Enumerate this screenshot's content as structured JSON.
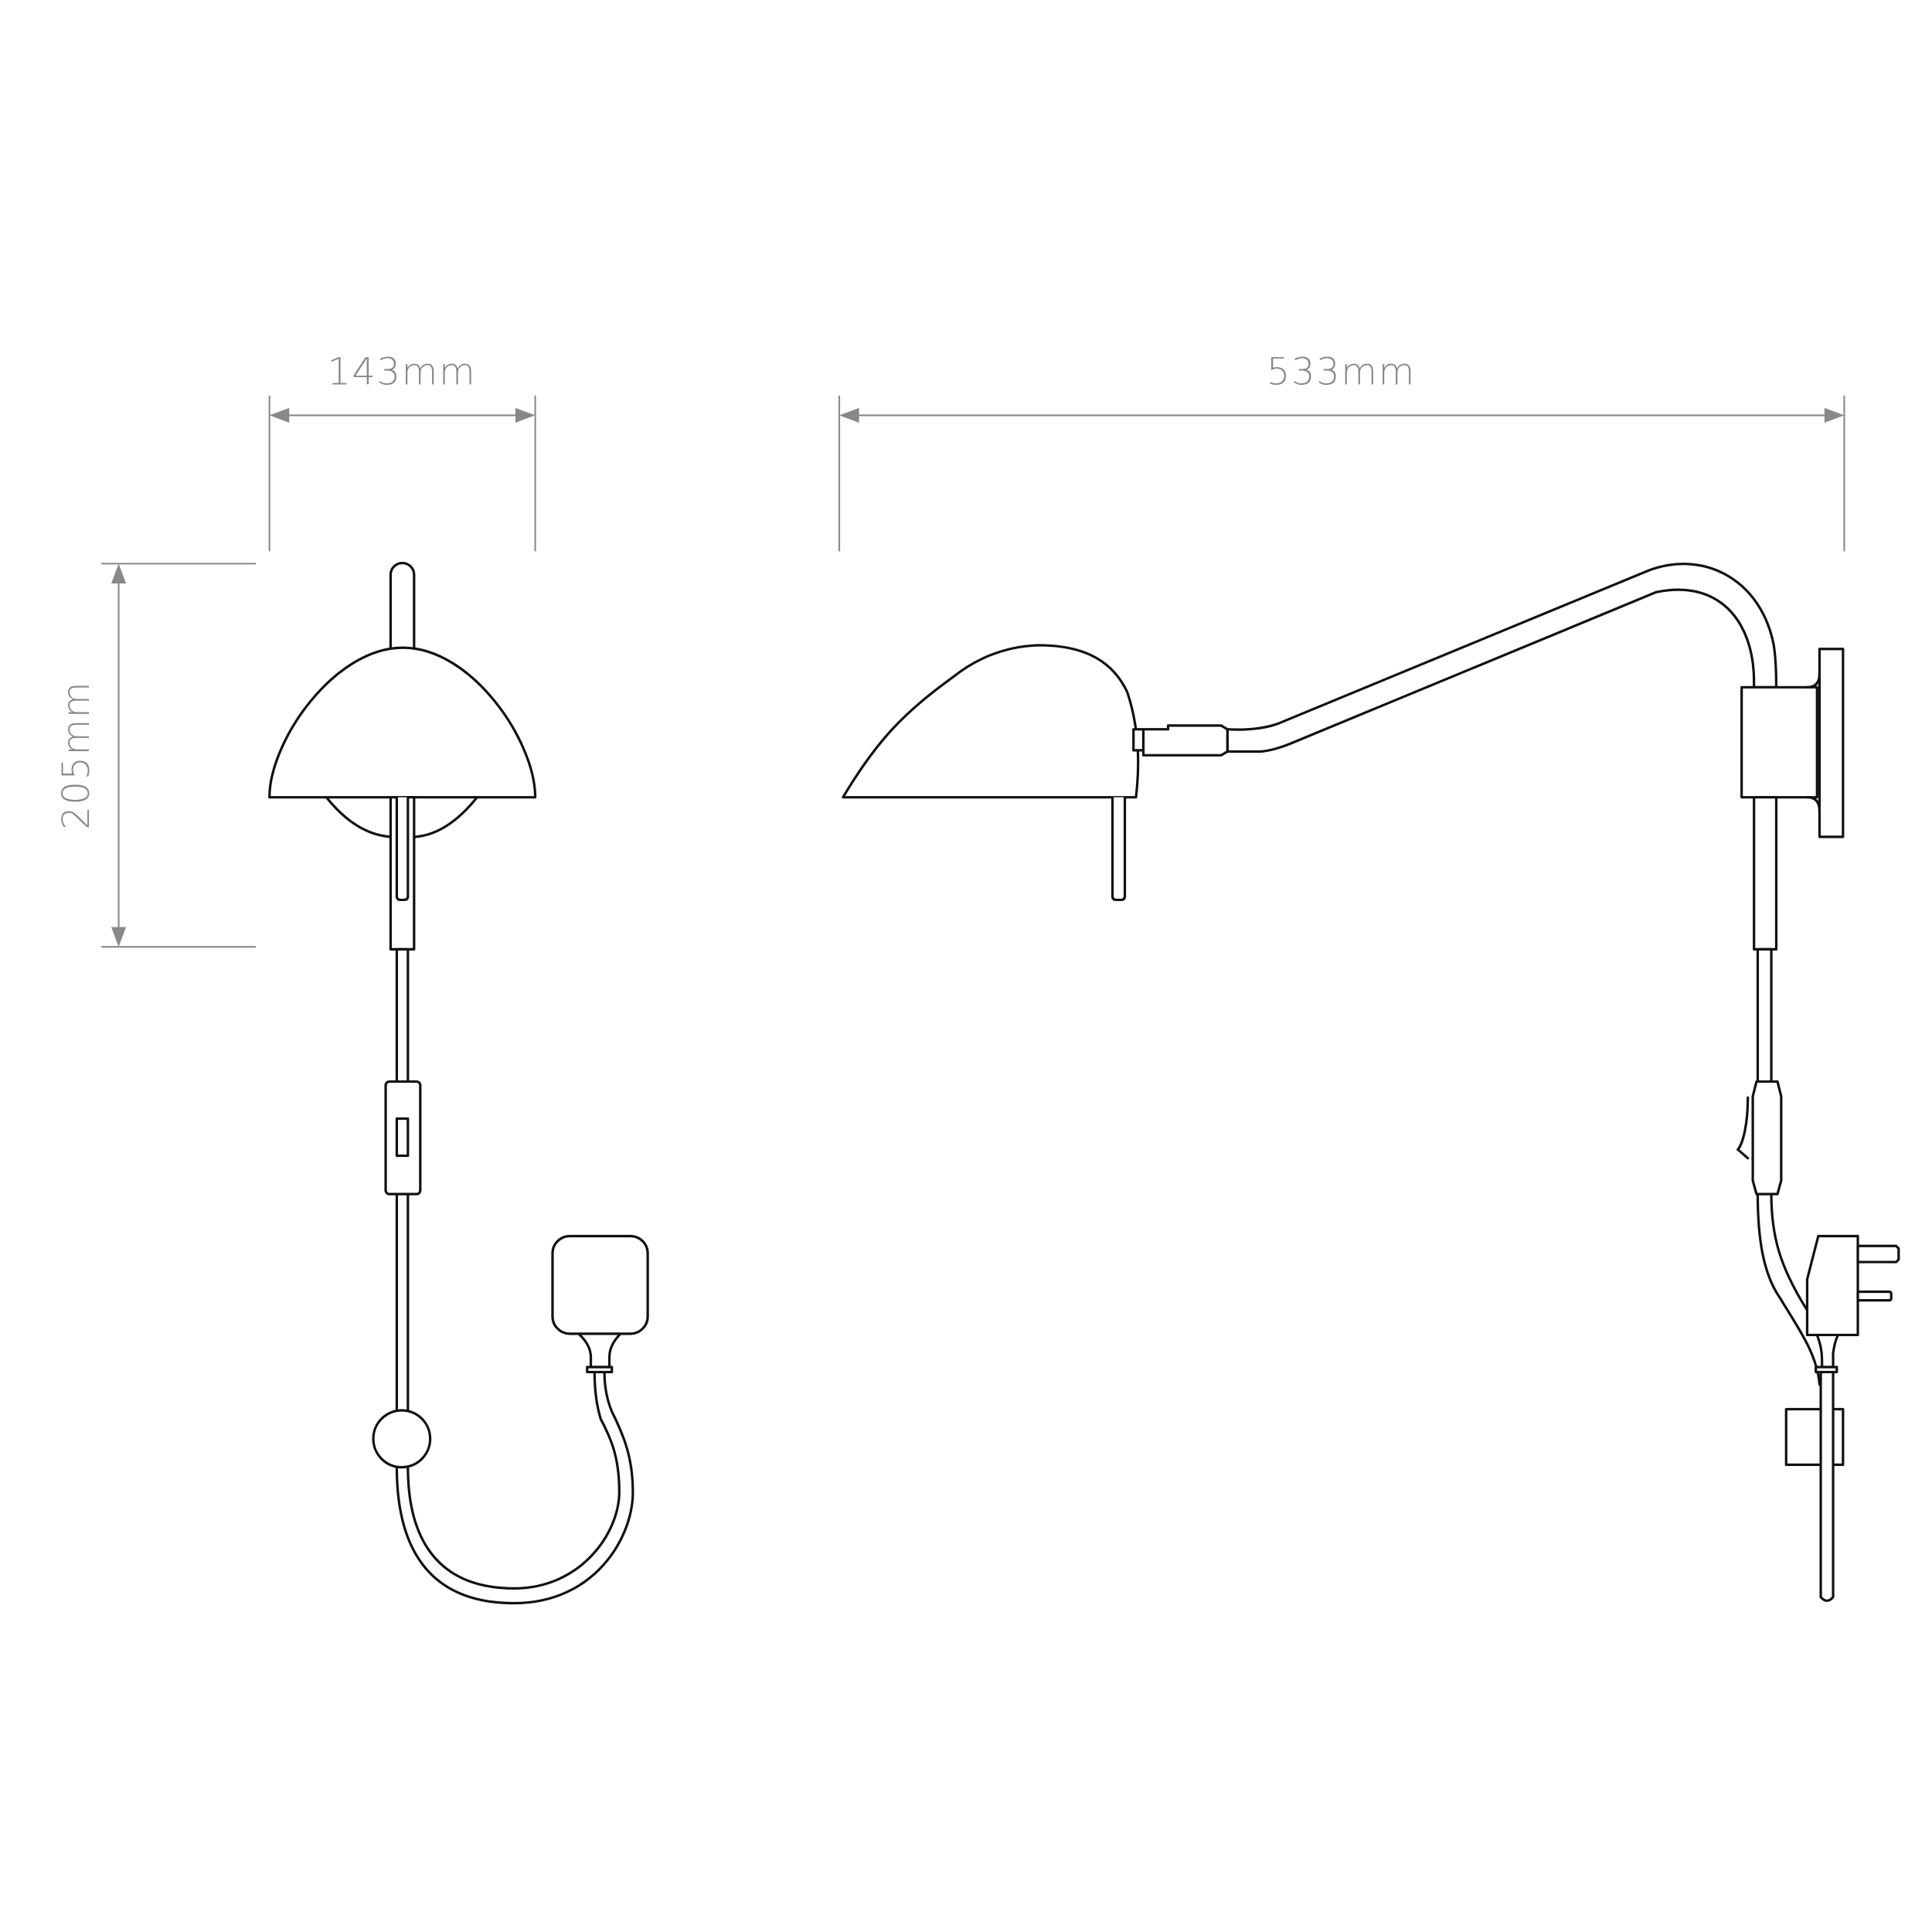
{
  "dimensions": {
    "width_front": "143mm",
    "width_side": "533mm",
    "height": "205mm"
  },
  "colors": {
    "line": "#111111",
    "dimension": "#888888",
    "background": "#ffffff"
  }
}
